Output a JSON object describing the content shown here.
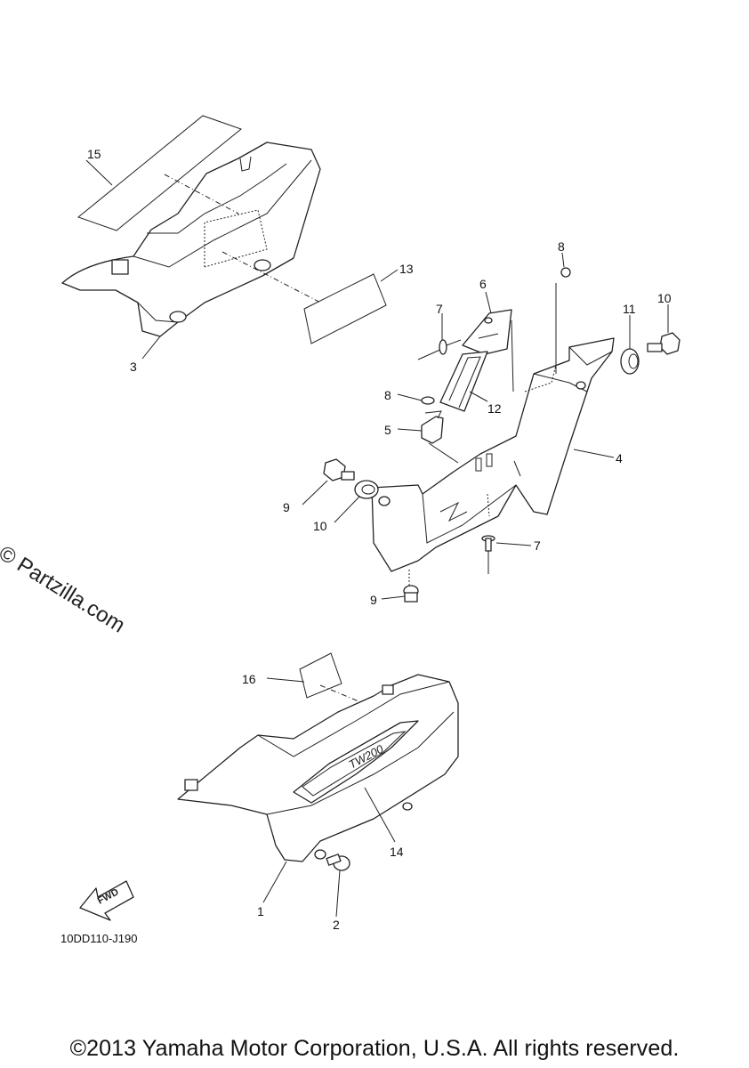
{
  "diagram": {
    "part_labels": [
      {
        "id": "1",
        "text": "1"
      },
      {
        "id": "2",
        "text": "2"
      },
      {
        "id": "3",
        "text": "3"
      },
      {
        "id": "4",
        "text": "4"
      },
      {
        "id": "5",
        "text": "5"
      },
      {
        "id": "6",
        "text": "6"
      },
      {
        "id": "7a",
        "text": "7"
      },
      {
        "id": "7b",
        "text": "7"
      },
      {
        "id": "8a",
        "text": "8"
      },
      {
        "id": "8b",
        "text": "8"
      },
      {
        "id": "9",
        "text": "9"
      },
      {
        "id": "10a",
        "text": "10"
      },
      {
        "id": "10b",
        "text": "10"
      },
      {
        "id": "11a",
        "text": "11"
      },
      {
        "id": "11b",
        "text": "11"
      },
      {
        "id": "12",
        "text": "12"
      },
      {
        "id": "13",
        "text": "13"
      },
      {
        "id": "14",
        "text": "14"
      },
      {
        "id": "15",
        "text": "15"
      },
      {
        "id": "16",
        "text": "16"
      }
    ],
    "fwd_arrow_text": "FWD",
    "emblem_text": "TW200",
    "diagram_code": "10DD110-J190"
  },
  "watermark": "© Partzilla.com",
  "footer": {
    "copyright": "©2013 Yamaha Motor Corporation, U.S.A. All rights reserved."
  }
}
